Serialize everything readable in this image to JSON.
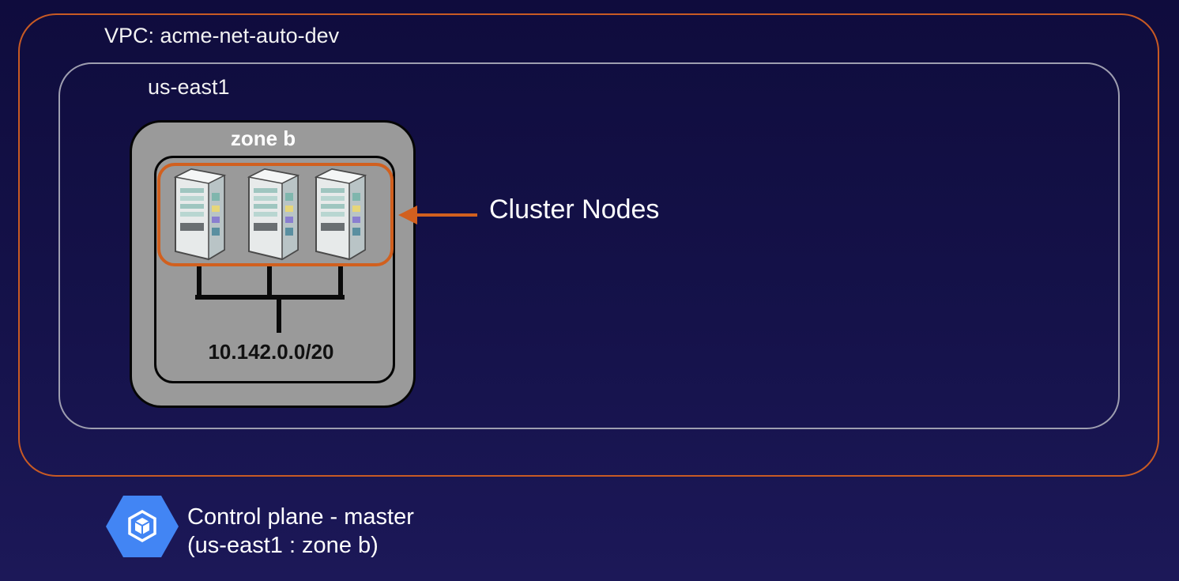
{
  "vpc": {
    "label": "VPC: acme-net-auto-dev"
  },
  "region": {
    "label": "us-east1"
  },
  "zone": {
    "label": "zone b",
    "subnet": "10.142.0.0/20"
  },
  "cluster": {
    "label": "Cluster Nodes",
    "node_icon": "server-icon"
  },
  "control_plane": {
    "line1": "Control plane - master",
    "line2": "(us-east1 : zone b)",
    "icon": "gke-hexagon-icon"
  },
  "colors": {
    "accent_orange": "#c85a24",
    "region_border": "#9e9eb0",
    "zone_fill": "#9a9a9a",
    "icon_blue": "#4285f4",
    "background": "#15124a"
  }
}
